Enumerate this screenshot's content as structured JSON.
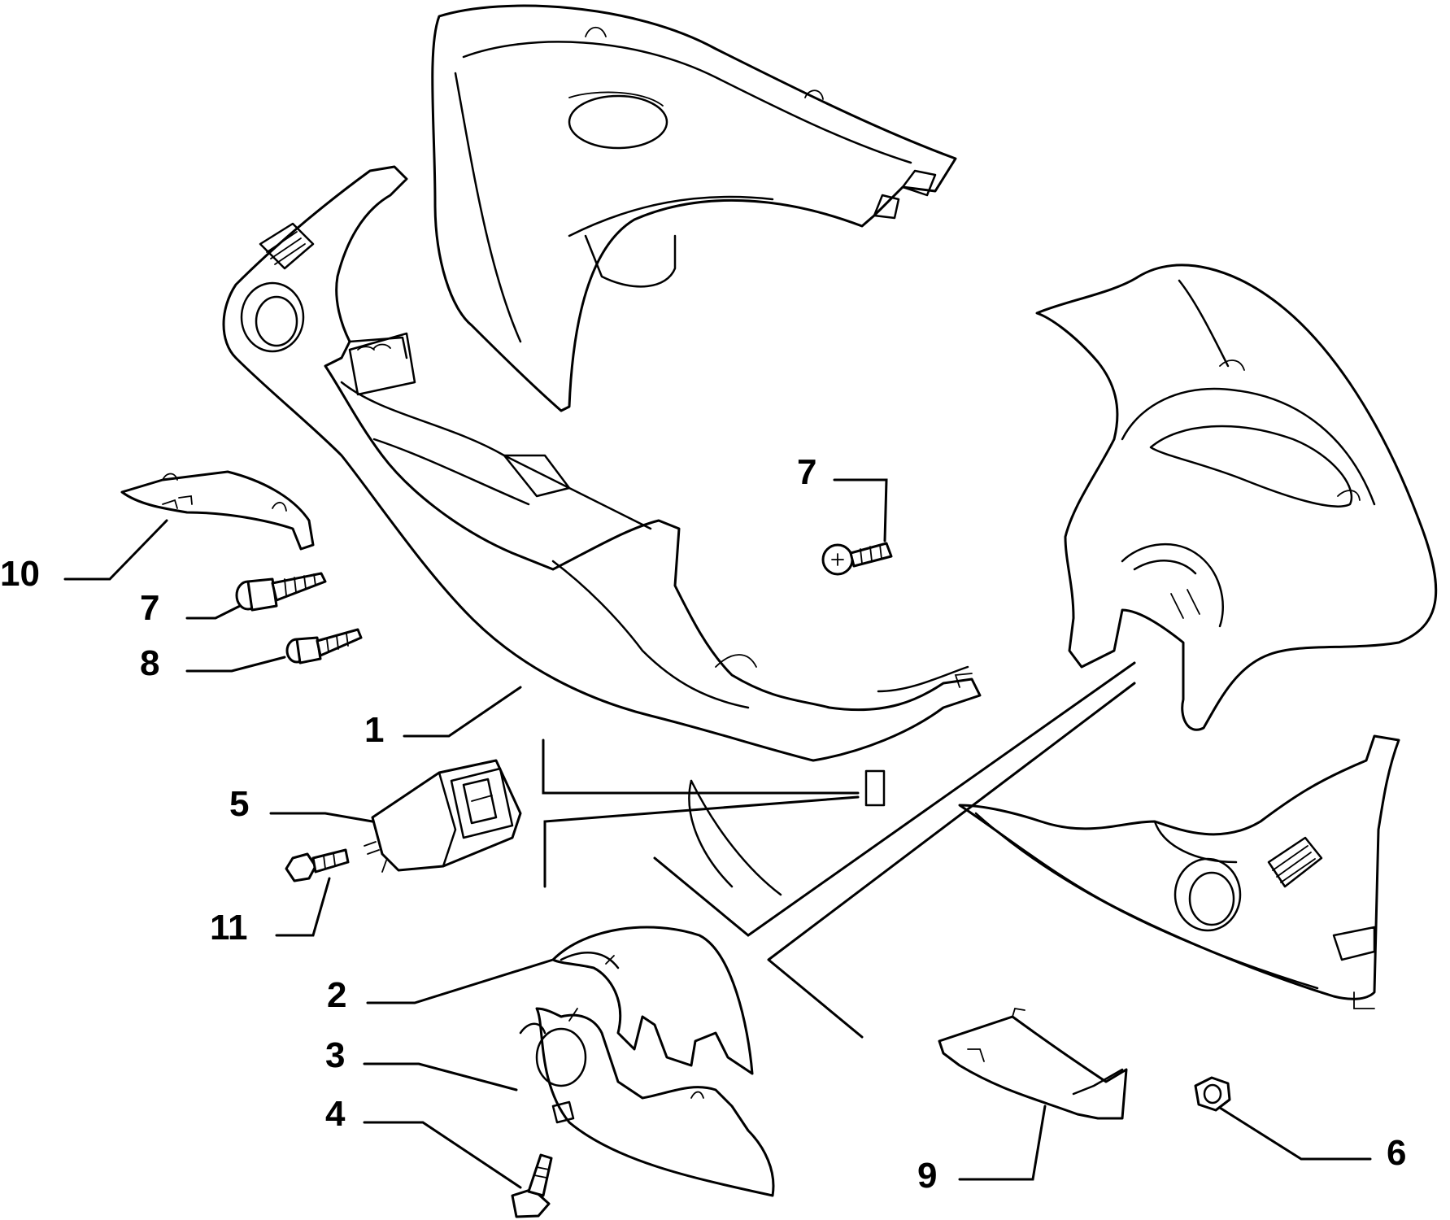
{
  "diagram": {
    "callouts": [
      {
        "id": "c1",
        "label": "1",
        "part": "instrument panel lower shell"
      },
      {
        "id": "c2",
        "label": "2",
        "part": "upper steering column shroud"
      },
      {
        "id": "c3",
        "label": "3",
        "part": "lower steering column shroud"
      },
      {
        "id": "c4",
        "label": "4",
        "part": "shroud screw"
      },
      {
        "id": "c5",
        "label": "5",
        "part": "switch unit"
      },
      {
        "id": "c6",
        "label": "6",
        "part": "nut"
      },
      {
        "id": "c7a",
        "label": "7",
        "part": "screw (left)"
      },
      {
        "id": "c7b",
        "label": "7",
        "part": "screw (centre)"
      },
      {
        "id": "c8",
        "label": "8",
        "part": "screw"
      },
      {
        "id": "c9",
        "label": "9",
        "part": "right cover plate"
      },
      {
        "id": "c10",
        "label": "10",
        "part": "left cover plate"
      },
      {
        "id": "c11",
        "label": "11",
        "part": "bolt"
      }
    ]
  }
}
